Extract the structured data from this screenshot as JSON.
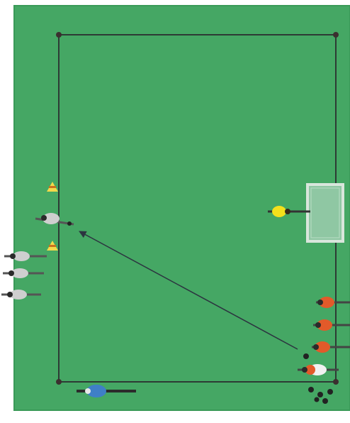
{
  "diagram": {
    "type": "soccer-drill",
    "colors": {
      "background": "#ffffff",
      "pitch": "#45a764",
      "pitch_edge": "#3a9a58",
      "boundary": "#2d3a34",
      "arrow": "#2c3440",
      "cone": "#f3d94a",
      "cone_stripe": "#c9711f",
      "goal_frame": "#d9e6dc",
      "goal_net": "#8fc7a3",
      "team_red": "#e25a2a",
      "team_grey": "#cfcfcf",
      "goalkeeper": "#f4e01c",
      "coach": "#3f7fc7",
      "ball": "#222222"
    },
    "elements": {
      "pitch": "grass-area",
      "boundary": "square-boundary",
      "corners": "corner-marker-icon",
      "cones": "cone-icon",
      "goal": "goal-icon",
      "goalkeeper": "goalkeeper-figure",
      "attackers": "attacker-figure",
      "defenders": "defender-figure",
      "coach": "coach-figure",
      "balls": "ball-icon",
      "pass": "pass-arrow"
    }
  }
}
